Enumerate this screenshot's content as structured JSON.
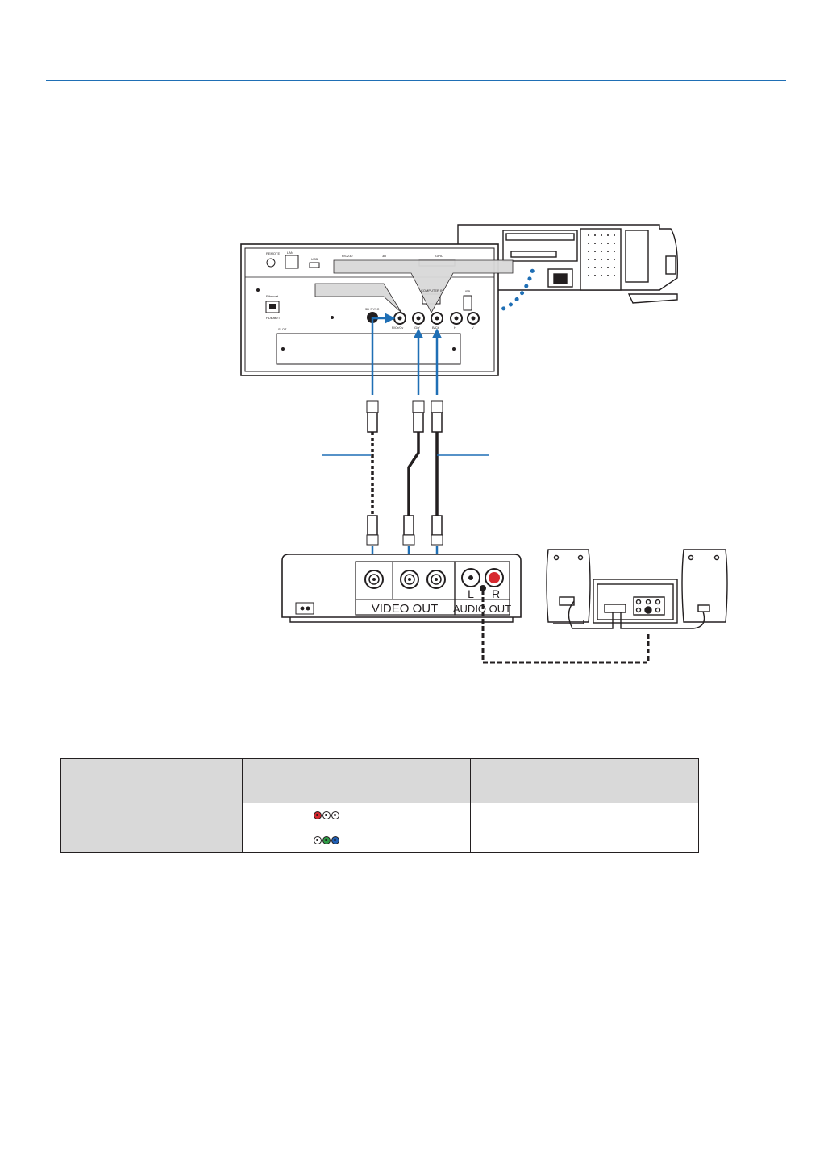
{
  "colors": {
    "rule": "#1f6fb5",
    "cable_arrow": "#1f6fb5",
    "panel_gray": "#d9d9d9",
    "jack_red": "#d7282f",
    "jack_green": "#2e9b46",
    "jack_blue": "#1f5fb5"
  },
  "terminal_panel": {
    "labels": [
      "REMOTE",
      "LAN",
      "USB",
      "RS-232",
      "3D",
      "GPIO",
      "Ethernet",
      "HDBaseT",
      "SLOT",
      "COMPUTER IN",
      "3D SYNC",
      "R/Cr/Cv",
      "G/Y",
      "B/Cb",
      "H",
      "V",
      "USB"
    ]
  },
  "av_device": {
    "video_out_label": "VIDEO OUT",
    "audio_out_label": "AUDIO OUT",
    "audio_left_label": "L",
    "audio_right_label": "R"
  },
  "table": {
    "rows": [
      {
        "jacks": [
          "red",
          "white",
          "white"
        ]
      },
      {
        "jacks": [
          "white",
          "green",
          "blue"
        ]
      }
    ]
  }
}
